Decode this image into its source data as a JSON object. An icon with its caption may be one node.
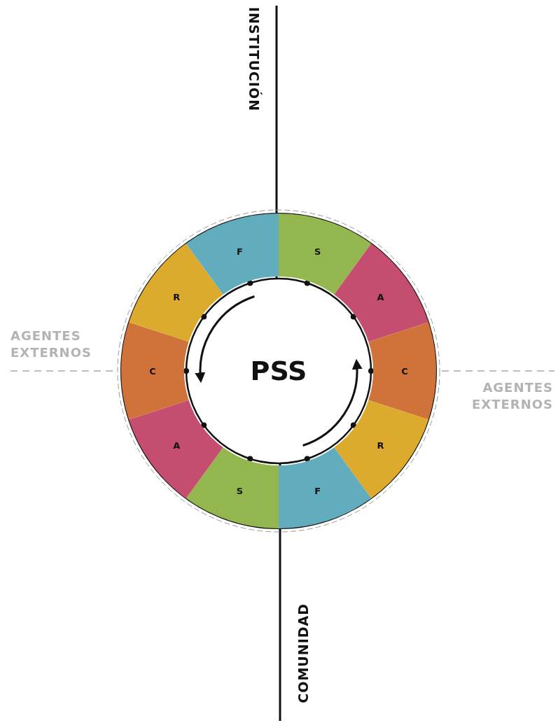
{
  "diagram": {
    "nodes": [
      {
        "text": [
          "S"
        ]
      },
      {
        "text": [
          "A"
        ]
      },
      {
        "text": [
          "C"
        ]
      },
      {
        "text": [
          "R"
        ]
      },
      {
        "text": [
          "F"
        ]
      },
      {
        "text": [
          "S"
        ]
      },
      {
        "text": [
          "A"
        ]
      },
      {
        "text": [
          "C"
        ]
      },
      {
        "text": [
          "R"
        ]
      },
      {
        "text": [
          "F"
        ]
      },
      {
        "text": [
          "PSS"
        ]
      }
    ],
    "labels": [
      "INSTITUCIÓN",
      "AGENTES EXTERNOS",
      "AGENTES EXTERNOS",
      "COMUNIDAD"
    ]
  }
}
